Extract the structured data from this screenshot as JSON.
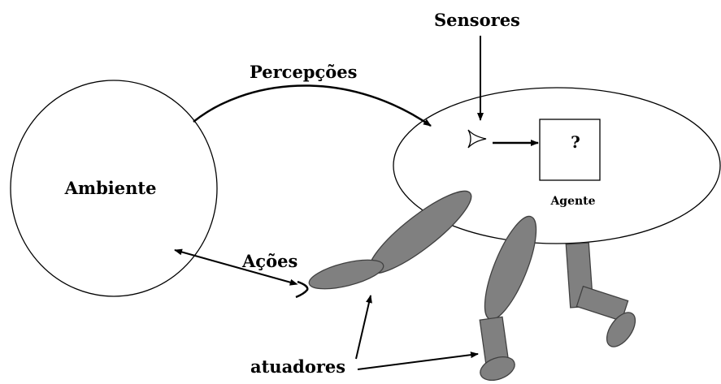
{
  "labels": {
    "environment": "Ambiente",
    "perceptions": "Percepções",
    "sensors": "Sensores",
    "agent_box": "?",
    "agent": "Agente",
    "actions": "Ações",
    "actuators": "atuadores"
  },
  "colors": {
    "background": "#ffffff",
    "stroke": "#000000",
    "limb_fill": "#808080",
    "limb_stroke": "#404040"
  }
}
